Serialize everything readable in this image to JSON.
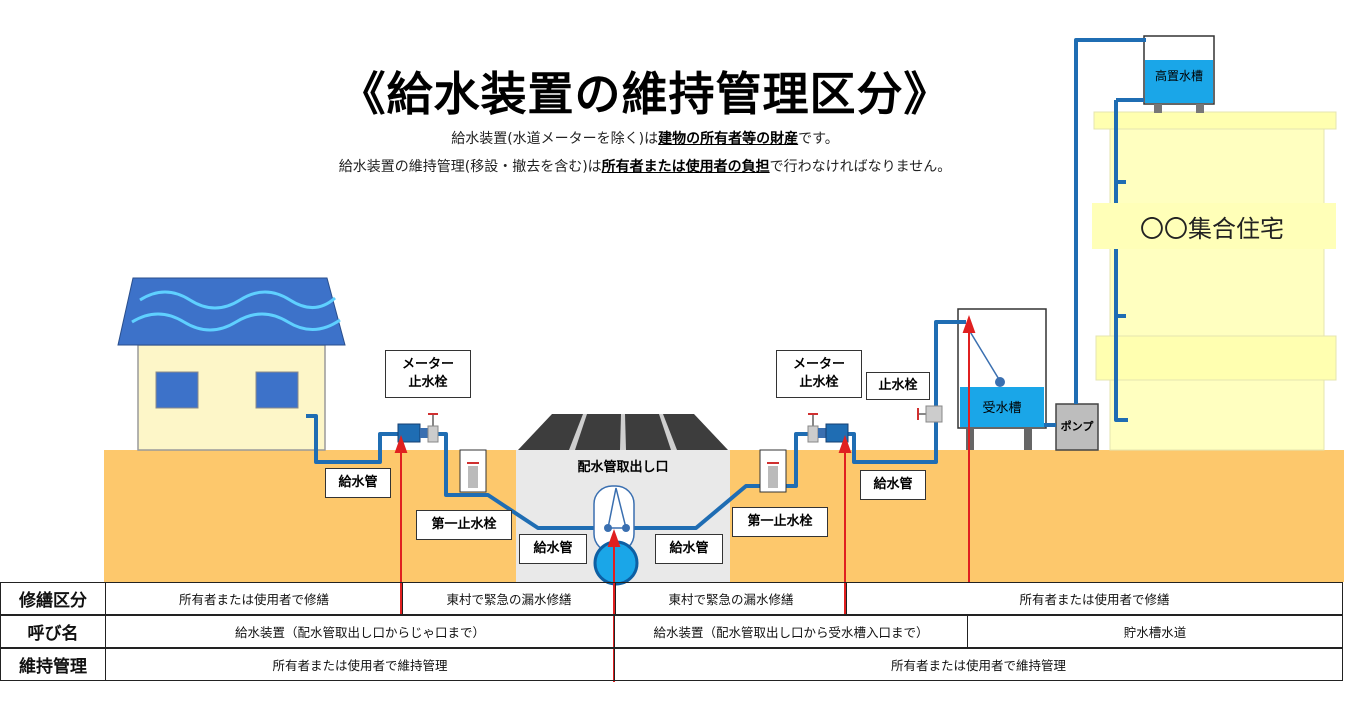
{
  "title": "《給水装置の維持管理区分》",
  "subtitle": {
    "line1_pre": "給水装置(水道メーターを除く)は",
    "line1_bold": "建物の所有者等の財産",
    "line1_post": "です。",
    "line2_pre": "給水装置の維持管理(移設・撤去を含む)は",
    "line2_bold": "所有者または使用者の負担",
    "line2_post": "で行わなければなりません。"
  },
  "labels": {
    "meter_valve_left": "メーター\n止水栓",
    "meter_valve_right": "メーター\n止水栓",
    "stop_valve": "止水栓",
    "supply_pipe_left": "給水管",
    "supply_pipe_right": "給水管",
    "supply_pipe_center_left": "給水管",
    "supply_pipe_center_right": "給水管",
    "first_valve_left": "第一止水栓",
    "first_valve_right": "第一止水栓",
    "main_outlet": "配水管取出し口",
    "receiving_tank": "受水槽",
    "elevated_tank": "高置水槽",
    "pump": "ポンプ",
    "apartment": "〇〇集合住宅"
  },
  "table": {
    "rows": [
      {
        "header": "修繕区分",
        "cells": [
          "所有者または使用者で修繕",
          "東村で緊急の漏水修繕",
          "東村で緊急の漏水修繕",
          "所有者または使用者で修繕"
        ]
      },
      {
        "header": "呼び名",
        "cells": [
          "給水装置（配水管取出し口からじゃ口まで）",
          "給水装置（配水管取出し口から受水槽入口まで）",
          "貯水槽水道"
        ]
      },
      {
        "header": "維持管理",
        "cells": [
          "所有者または使用者で維持管理",
          "所有者または使用者で維持管理"
        ]
      }
    ]
  },
  "colors": {
    "ground": "#fdc86c",
    "pipe": "#1f6db3",
    "roof": "#3d72c9",
    "wall": "#fdf6c8",
    "window": "#3d72c9",
    "tank_water": "#1aa6e8",
    "apartment": "#ffffc0",
    "boundary_line": "#e02020",
    "road": "#3d3d3d"
  }
}
